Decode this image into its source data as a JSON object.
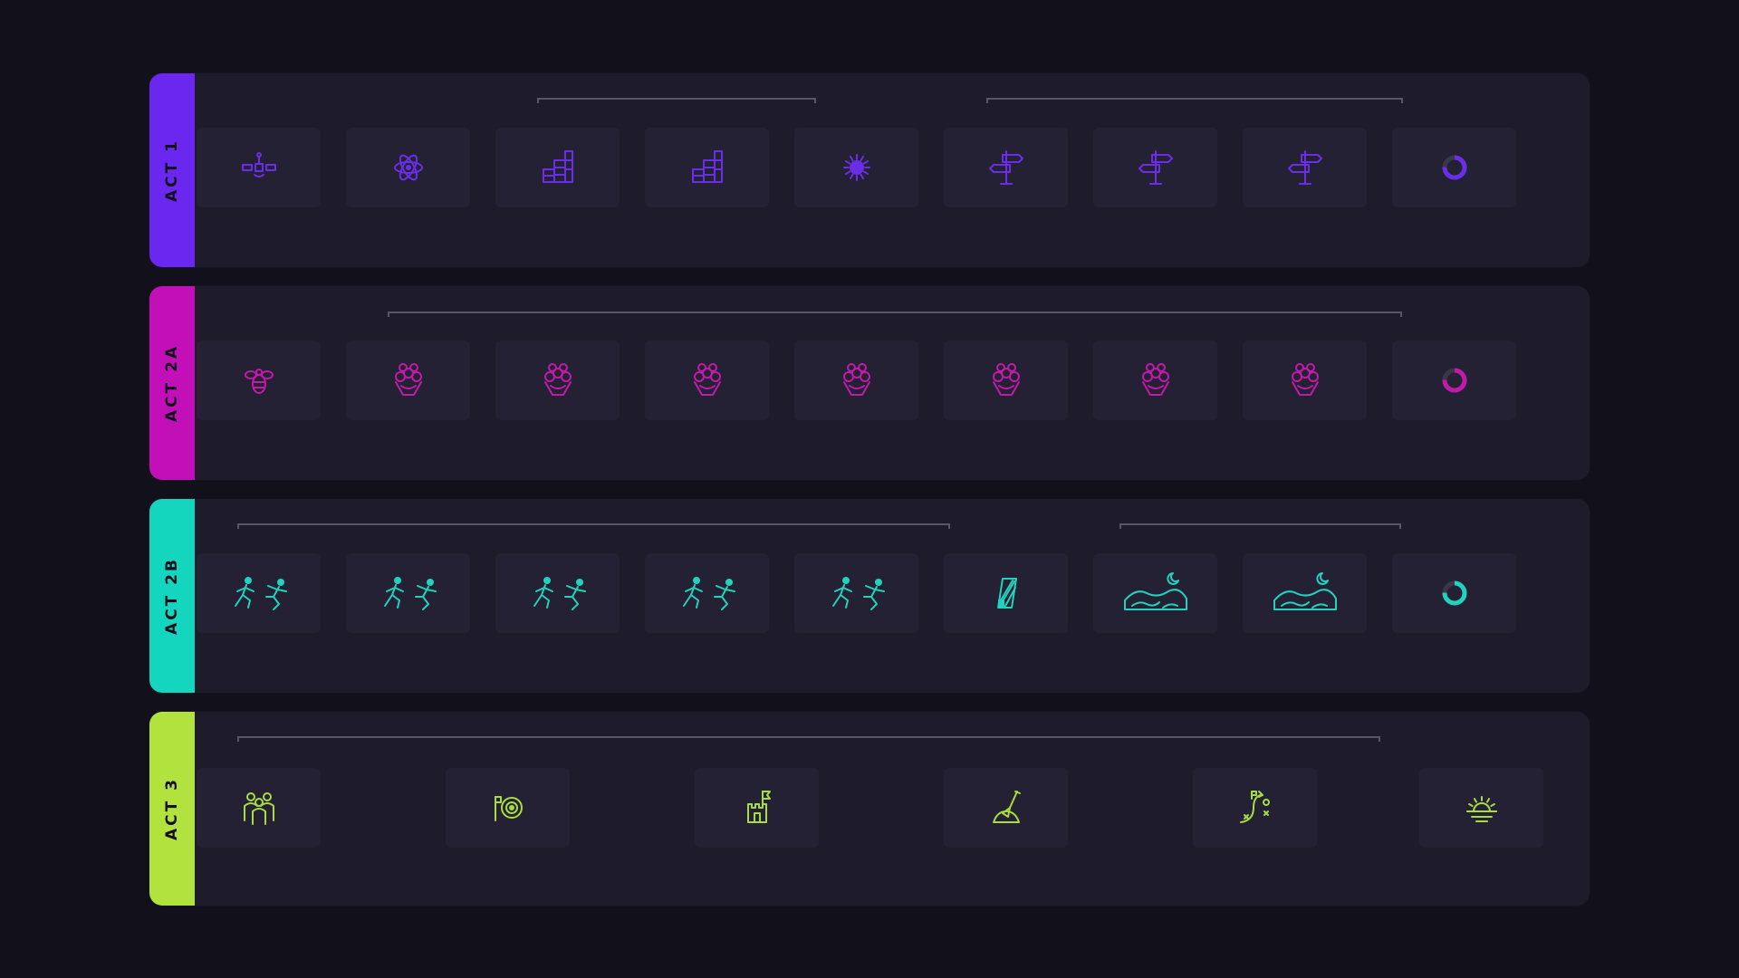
{
  "acts": [
    {
      "label": "ACT 1",
      "color": "#6a27f0",
      "icon_color": "#6a2ee8",
      "icons": [
        "satellite-icon",
        "atom-icon",
        "building-blocks-icon",
        "building-blocks-icon",
        "sunburst-icon",
        "signpost-icon",
        "signpost-icon",
        "signpost-icon",
        "progress-ring-icon"
      ],
      "brackets": [
        [
          3,
          4
        ],
        [
          6,
          8
        ]
      ]
    },
    {
      "label": "ACT 2A",
      "color": "#c30fb8",
      "icon_color": "#c21aa8",
      "icons": [
        "bee-icon",
        "flower-bouquet-icon",
        "flower-bouquet-icon",
        "flower-bouquet-icon",
        "flower-bouquet-icon",
        "flower-bouquet-icon",
        "flower-bouquet-icon",
        "flower-bouquet-icon",
        "progress-ring-icon"
      ],
      "brackets": [
        [
          2,
          8
        ]
      ]
    },
    {
      "label": "ACT 2B",
      "color": "#14d6bf",
      "icon_color": "#23d2bd",
      "icons": [
        "runners-icon",
        "runners-icon",
        "runners-icon",
        "runners-icon",
        "runners-icon",
        "striped-card-icon",
        "night-desert-icon",
        "night-desert-icon",
        "progress-ring-icon"
      ],
      "brackets": [
        [
          1,
          5
        ],
        [
          7,
          8
        ]
      ]
    },
    {
      "label": "ACT 3",
      "color": "#b2e23e",
      "icon_color": "#a9dc3e",
      "icons": [
        "group-of-people-icon",
        "target-icon",
        "castle-flag-icon",
        "shovel-dirt-icon",
        "strategy-play-icon",
        "sunrise-icon"
      ],
      "brackets": [
        [
          1,
          6
        ]
      ]
    }
  ]
}
